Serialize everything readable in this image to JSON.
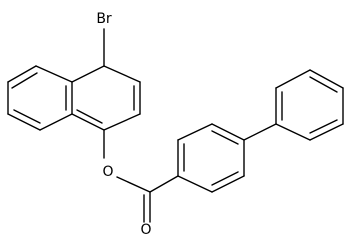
{
  "figure": {
    "type": "chemical-structure",
    "atom_labels": {
      "bromine": "Br",
      "ester_oxygen": "O",
      "carbonyl_oxygen": "O"
    },
    "colors": {
      "bond": "#000000",
      "background": "#ffffff"
    }
  }
}
